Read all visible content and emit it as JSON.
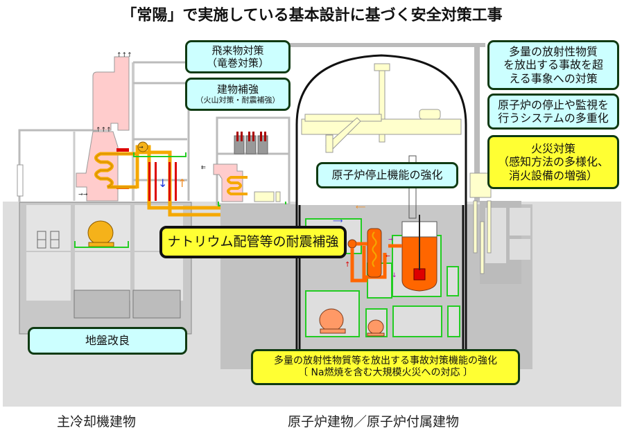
{
  "title": "「常陽」で実施している基本設計に基づく安全対策工事",
  "callouts": {
    "missile": {
      "line1": "飛来物対策",
      "line2": "（竜巻対策）"
    },
    "building": {
      "line1": "建物補強",
      "line2": "（火山対策・耐震補強）"
    },
    "beyond_design": {
      "line1": "多量の放射性物質",
      "line2": "を放出する事故を超",
      "line3": "える事象への対策"
    },
    "redundancy": {
      "line1": "原子炉の停止や監視を",
      "line2": "行うシステムの多重化"
    },
    "fire": {
      "line1": "火災対策",
      "line2": "（感知方法の多様化、",
      "line3": "消火設備の増強）"
    },
    "shutdown": {
      "line1": "原子炉停止機能の強化"
    },
    "sodium_pipe": {
      "line1": "ナトリウム配管等の耐震補強"
    },
    "ground": {
      "line1": "地盤改良"
    },
    "severe_accident": {
      "line1": "多量の放射性物質等を放出する事故対策機能の強化",
      "line2": "Na燃焼を含む大規模火災への対応"
    }
  },
  "labels": {
    "main_cooler_building": "主冷却機建物",
    "reactor_building": "原子炉建物／原子炉付属建物"
  },
  "colors": {
    "cyan_box": "#ccffff",
    "yellow_box": "#ffff33",
    "box_border": "#0f3a12",
    "sodium_primary": "#ff6600",
    "sodium_secondary": "#f5a800",
    "wall_gray": "#bfbfbf",
    "room_fill": "#dedede",
    "equipment_green": "#22cc22",
    "air_cooler_pink": "#ffcccc",
    "crane_beige": "#ffffcc"
  }
}
